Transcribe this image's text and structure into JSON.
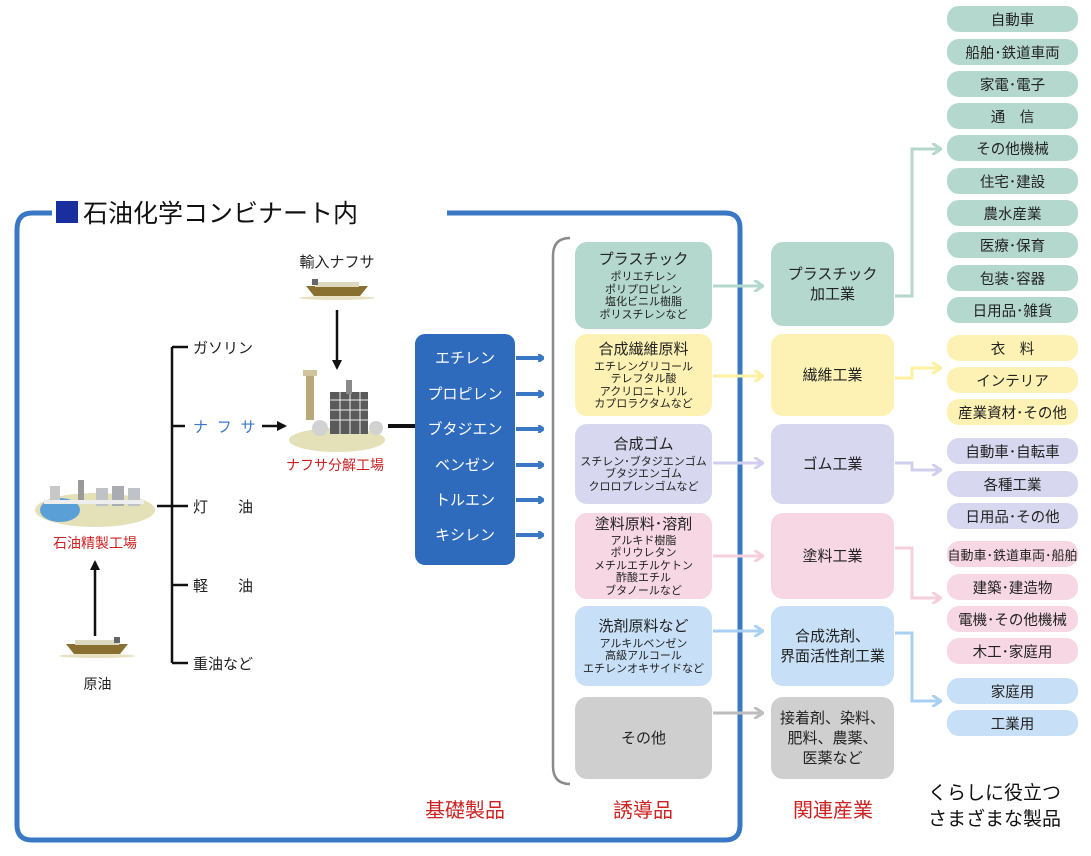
{
  "complex": {
    "title": "石油化学コンビナート内"
  },
  "refinery": {
    "label": "石油精製工場",
    "crude_label": "原油"
  },
  "import_naphtha": {
    "label": "輸入ナフサ"
  },
  "cracker": {
    "label": "ナフサ分解工場"
  },
  "fractions": [
    {
      "label": "ガソリン"
    },
    {
      "label": "ナ フ サ"
    },
    {
      "label": "灯　　油"
    },
    {
      "label": "軽　　油"
    },
    {
      "label": "重油など"
    }
  ],
  "basic_products": [
    "エチレン",
    "プロピレン",
    "ブタジエン",
    "ベンゼン",
    "トルエン",
    "キシレン"
  ],
  "derivatives": [
    {
      "title": "プラスチック",
      "items": "ポリエチレン\nポリプロピレン\n塩化ビニル樹脂\nポリスチレンなど"
    },
    {
      "title": "合成繊維原料",
      "items": "エチレングリコール\nテレフタル酸\nアクリロニトリル\nカプロラクタムなど"
    },
    {
      "title": "合成ゴム",
      "items": "スチレン･ブタジエンゴム\nブタジエンゴム\nクロロプレンゴムなど"
    },
    {
      "title": "塗料原料･溶剤",
      "items": "アルキド樹脂\nポリウレタン\nメチルエチルケトン\n酢酸エチル\nブタノールなど"
    },
    {
      "title": "洗剤原料など",
      "items": "アルキルベンゼン\n高級アルコール\nエチレンオキサイドなど"
    },
    {
      "title": "その他",
      "items": ""
    }
  ],
  "industries": [
    {
      "label": "プラスチック\n加工業"
    },
    {
      "label": "繊維工業"
    },
    {
      "label": "ゴム工業"
    },
    {
      "label": "塗料工業"
    },
    {
      "label": "合成洗剤、\n界面活性剤工業"
    },
    {
      "label": "接着剤、染料、\n肥料、農薬、\n医薬など"
    }
  ],
  "end_products": {
    "plastic": [
      "自動車",
      "船舶･鉄道車両",
      "家電･電子",
      "通　信",
      "その他機械",
      "住宅･建設",
      "農水産業",
      "医療･保育",
      "包装･容器",
      "日用品･雑貨"
    ],
    "fiber": [
      "衣　料",
      "インテリア",
      "産業資材･その他"
    ],
    "rubber": [
      "自動車･自転車",
      "各種工業",
      "日用品･その他"
    ],
    "paint": [
      "自動車･鉄道車両･船舶",
      "建築･建造物",
      "電機･その他機械",
      "木工･家庭用"
    ],
    "detergent": [
      "家庭用",
      "工業用"
    ]
  },
  "categories": {
    "basic": "基礎製品",
    "derivative": "誘導品",
    "industry": "関連産業",
    "products": "くらしに役立つ\nさまざまな製品"
  },
  "colors": {
    "complex_border": "#3a78c3",
    "basic_fill": "#2f6bbd",
    "arrow_blue": "#3a78c3",
    "plastic": "#b4d8cd",
    "fiber": "#fdf2b3",
    "rubber": "#d7d7ef",
    "paint": "#f7d7e3",
    "detergent": "#c7e0f7",
    "other": "#cfcfcf",
    "category_red": "#cc2222"
  }
}
